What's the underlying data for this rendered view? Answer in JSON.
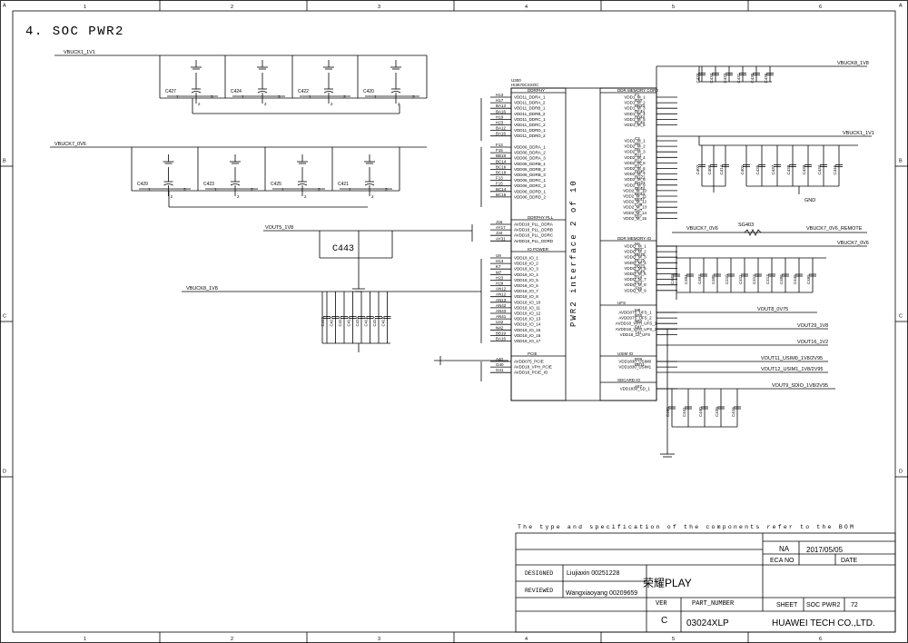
{
  "sheet_title": "4. SOC PWR2",
  "border": {
    "columns": [
      "1",
      "2",
      "3",
      "4",
      "5",
      "6"
    ],
    "rows": [
      "A",
      "B",
      "C",
      "D"
    ]
  },
  "nets": {
    "vbuck1_1v1": "VBUCK1_1V1",
    "vbuck7_0v6": "VBUCK7_0V6",
    "vout5_1v8": "VOUT5_1V8",
    "vbuck8_1v8_left": "VBUCK8_1V8",
    "vbuck8_1v8_right": "VBUCK8_1V8",
    "vbuck1_1v1_right": "VBUCK1_1V1",
    "vbuck7_0v6_mid": "VBUCK7_0V6",
    "vbuck7_0v6_remote": "VBUCK7_0V6_REMOTE",
    "vbuck7_0v6_right": "VBUCK7_0V6",
    "vout8": "VOUT8_0V75",
    "vout29": "VOUT29_1V8",
    "vout16": "VOUT16_1V2",
    "vout11": "VOUT11_USIM0_1V8/2V95",
    "vout12": "VOUT12_USIM1_1V8/2V95",
    "vout9": "VOUT9_SDIO_1V8/2V95",
    "gnd": "GND",
    "sg403": "SG403"
  },
  "chip": {
    "ref": "U300",
    "part": "HI3670CSSOC",
    "center_label": "PWR2 interface 2 of 10",
    "left_sections": [
      "DDRPHY",
      "DDRPHY PLL",
      "IO POWER",
      "PCIE"
    ],
    "right_sections": [
      "DDR MEMORY CORE",
      "DDR MEMORY IO",
      "UFS",
      "USIM IO",
      "SDCARD IO"
    ],
    "group_ddr": {
      "pins": [
        "H13",
        "H17",
        "BA13",
        "BA16",
        "H19",
        "H23",
        "BA12",
        "BA16"
      ],
      "names": [
        "VDD11_DDRA_1",
        "VDD11_DDRA_2",
        "VDD11_DDRB_1",
        "VDD11_DDRB_2",
        "VDD11_DDRC_1",
        "VDD11_DDRC_2",
        "VDD11_DDRD_1",
        "VDD11_DDRD_2"
      ]
    },
    "group_ddr06": {
      "pins": [
        "F13",
        "F15",
        "BB19",
        "BC14",
        "BC16",
        "BC18",
        "F13",
        "F15",
        "BC14",
        "BC16"
      ],
      "names": [
        "VDD06_DDRA_1",
        "VDD06_DDRA_2",
        "VDD06_DDRA_3",
        "VDD06_DDRB_1",
        "VDD06_DDRB_2",
        "VDD06_DDRB_3",
        "VDD06_DDRC_1",
        "VDD06_DDRC_2",
        "VDD06_DDRD_1",
        "VDD06_DDRD_2"
      ]
    },
    "group_pll": {
      "pins": [
        "J16",
        "AY17",
        "J34",
        "AY31"
      ],
      "names": [
        "AVDD18_PLL_DDRA",
        "AVDD18_PLL_DDRB",
        "AVDD18_PLL_DDRC",
        "AVDD18_PLL_DDRD"
      ]
    },
    "group_io": {
      "pins": [
        "U9",
        "H13",
        "K7",
        "M7",
        "H23",
        "H29",
        "AN12",
        "AN12",
        "AN13",
        "AN42",
        "AN43",
        "AN41",
        "U42",
        "N42",
        "BB19",
        "BA16"
      ],
      "names": [
        "VDD18_IO_1",
        "VDD18_IO_2",
        "VDD18_IO_3",
        "VDD18_IO_4",
        "VDD18_IO_5",
        "VDD18_IO_6",
        "VDD18_IO_7",
        "VDD18_IO_8",
        "VDD18_IO_10",
        "VDD18_IO_11",
        "VDD18_IO_12",
        "VDD18_IO_13",
        "VDD18_IO_14",
        "VDD18_IO_15",
        "VDD18_IO_16",
        "VDD18_IO_17"
      ]
    },
    "group_pcie": {
      "pins": [
        "A40",
        "G40",
        "G41"
      ],
      "names": [
        "AVDD075_PCIE",
        "AVDD18_VPH_PCIE",
        "AVDD18_PCIE_IO"
      ]
    },
    "group_core1": {
      "pins": [
        "F1",
        "B20",
        "BB23",
        "BE44",
        "BB44",
        "BE44"
      ],
      "names": [
        "VDD1_M_1",
        "VDD1_M_2",
        "VDD1_M_3",
        "VDD1_M_4",
        "VDD1_M_5",
        "VDD1_M_6"
      ]
    },
    "group_core2": {
      "pins": [
        "C2",
        "D8",
        "D9",
        "B11",
        "B12",
        "B17",
        "BB45",
        "BG21",
        "BG23",
        "BE44",
        "BE44",
        "BE47",
        "C39",
        "D47",
        "B57"
      ],
      "names": [
        "VDD2_M_1",
        "VDD2_M_2",
        "VDD2_M_3",
        "VDD2_M_4",
        "VDD2_M_5",
        "VDD2_M_6",
        "VDD2_M_7",
        "VDD2_M_8",
        "VDD2_M_9",
        "VDD2_M_10",
        "VDD2_M_11",
        "VDD2_M_12",
        "VDD2_M_13",
        "VDD2_M_14",
        "VDD2_M_15"
      ]
    },
    "group_memio": {
      "pins": [
        "N6",
        "B40",
        "BB19",
        "BE19",
        "BB23",
        "BE44",
        "B14",
        "B23",
        "A26"
      ],
      "names": [
        "VDDQ_M_1",
        "VDDQ_M_2",
        "VDDQ_M_3",
        "VDDQ_M_4",
        "VDDQ_M_5",
        "VDDQ_M_6",
        "VDDQ_M_7",
        "VDDQ_M_8",
        "VDDQ_M_9"
      ]
    },
    "group_ufs": {
      "pins": [
        "M8",
        "N40",
        "N42",
        "P41",
        "T41"
      ],
      "names": [
        "AVDD075_UFS_1",
        "AVDD075_UFS_2",
        "AVDD18_VPH_UFS_1",
        "AVDD18_VPH_UFS_2",
        "VDD18_12_UFS"
      ]
    },
    "group_usim": {
      "pins": [
        "B09",
        "BB11"
      ],
      "names": [
        "VDD1830_USIM0",
        "VDD1830_USIM1"
      ]
    },
    "group_sd": {
      "pins": [
        "A57"
      ],
      "names": [
        "VDD1830_SD_1"
      ]
    }
  },
  "capacitors": {
    "top1": [
      "C427",
      "C424",
      "C422",
      "C420"
    ],
    "top2": [
      "C429",
      "C423",
      "C425",
      "C421"
    ],
    "pll": "C443",
    "io": [
      "C410",
      "C413",
      "C412",
      "C414",
      "C415",
      "C416",
      "C417",
      "C418"
    ],
    "right_top": [
      "C433",
      "C434",
      "C432",
      "C431",
      "C430",
      "C436"
    ],
    "right_mid_a": [
      "C407",
      "C409",
      "C414"
    ],
    "right_mid_b": [
      "C401",
      "C435",
      "C437",
      "C438",
      "C439",
      "C434",
      "C446"
    ],
    "right_memio": [
      "C449",
      "C404",
      "C403",
      "C405",
      "C410",
      "C411",
      "C412",
      "C413",
      "C406",
      "C446",
      "C465"
    ],
    "right_bottom": [
      "C400",
      "C441",
      "C440",
      "C439",
      "C416"
    ]
  },
  "pin_numbers": {
    "one": "1",
    "three": "3",
    "two": "2"
  },
  "title_block": {
    "note": "The type and specification of the components refer to the BOM",
    "na": "NA",
    "date_value": "2017/05/05",
    "eca_no": "ECA NO",
    "date_label": "DATE",
    "designed_label": "DESIGNED",
    "designed_value": "Liujiaxin 00251228",
    "reviewed_label": "REVIEWED",
    "reviewed_value": "Wangxiaoyang 00209659",
    "product": "荣耀PLAY",
    "ver_label": "VER",
    "ver_value": "C",
    "part_label": "PART_NUMBER",
    "part_value": "03024XLP",
    "sheet_label": "SHEET",
    "sheet_name": "SOC PWR2",
    "sheet_no": "72",
    "company": "HUAWEI TECH CO.,LTD."
  }
}
